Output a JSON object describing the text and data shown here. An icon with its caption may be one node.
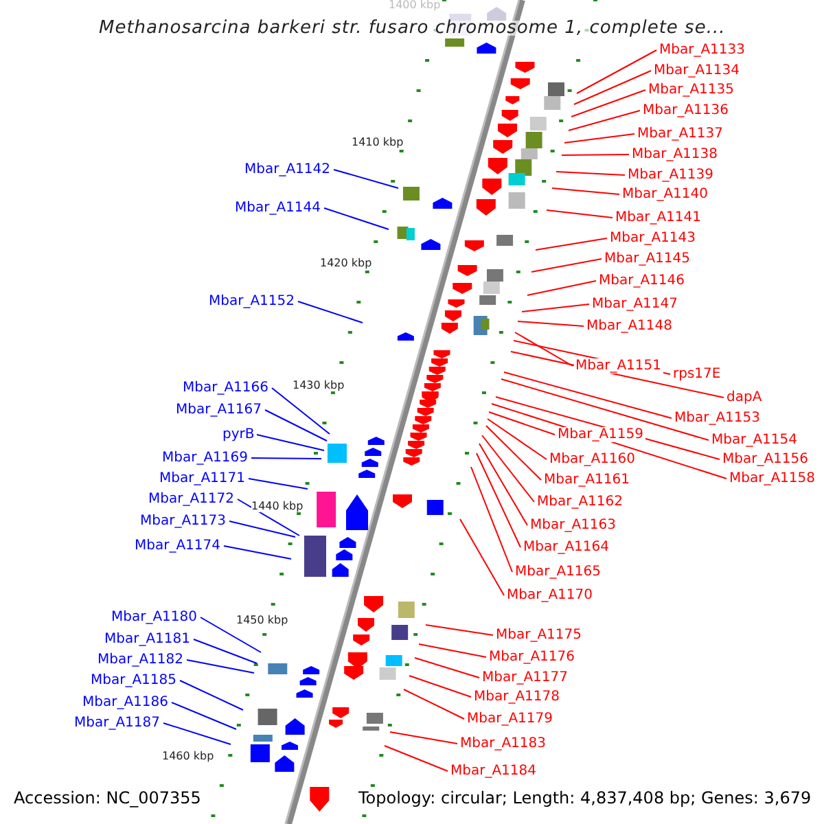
{
  "diagram": {
    "title": "Methanosarcina barkeri str. fusaro chromosome 1, complete se...",
    "nodes": [
      {
        "text": [
          "Mbar_A1133"
        ]
      },
      {
        "text": [
          "Mbar_A1134"
        ]
      },
      {
        "text": [
          "Mbar_A1135"
        ]
      },
      {
        "text": [
          "Mbar_A1136"
        ]
      },
      {
        "text": [
          "Mbar_A1137"
        ]
      },
      {
        "text": [
          "Mbar_A1138"
        ]
      },
      {
        "text": [
          "Mbar_A1142"
        ]
      },
      {
        "text": [
          "Mbar_A1139"
        ]
      },
      {
        "text": [
          "Mbar_A1140"
        ]
      },
      {
        "text": [
          "Mbar_A1144"
        ]
      },
      {
        "text": [
          "Mbar_A1141"
        ]
      },
      {
        "text": [
          "Mbar_A1143"
        ]
      },
      {
        "text": [
          "Mbar_A1145"
        ]
      },
      {
        "text": [
          "Mbar_A1146"
        ]
      },
      {
        "text": [
          "Mbar_A1152"
        ]
      },
      {
        "text": [
          "Mbar_A1147"
        ]
      },
      {
        "text": [
          "Mbar_A1148"
        ]
      },
      {
        "text": [
          "Mbar_A1151"
        ]
      },
      {
        "text": [
          "rps17E"
        ]
      },
      {
        "text": [
          "Mbar_A1166"
        ]
      },
      {
        "text": [
          "dapA"
        ]
      },
      {
        "text": [
          "Mbar_A1167"
        ]
      },
      {
        "text": [
          "Mbar_A1153"
        ]
      },
      {
        "text": [
          "pyrB"
        ]
      },
      {
        "text": [
          "Mbar_A1159"
        ]
      },
      {
        "text": [
          "Mbar_A1154"
        ]
      },
      {
        "text": [
          "Mbar_A1169"
        ]
      },
      {
        "text": [
          "Mbar_A1156"
        ]
      },
      {
        "text": [
          "Mbar_A1160"
        ]
      },
      {
        "text": [
          "Mbar_A1171"
        ]
      },
      {
        "text": [
          "Mbar_A1158"
        ]
      },
      {
        "text": [
          "Mbar_A1161"
        ]
      },
      {
        "text": [
          "Mbar_A1172"
        ]
      },
      {
        "text": [
          "Mbar_A1162"
        ]
      },
      {
        "text": [
          "Mbar_A1173"
        ]
      },
      {
        "text": [
          "Mbar_A1163"
        ]
      },
      {
        "text": [
          "Mbar_A1174"
        ]
      },
      {
        "text": [
          "Mbar_A1164"
        ]
      },
      {
        "text": [
          "Mbar_A1165"
        ]
      },
      {
        "text": [
          "Mbar_A1170"
        ]
      },
      {
        "text": [
          "Mbar_A1180"
        ]
      },
      {
        "text": [
          "Mbar_A1175"
        ]
      },
      {
        "text": [
          "Mbar_A1181"
        ]
      },
      {
        "text": [
          "Mbar_A1176"
        ]
      },
      {
        "text": [
          "Mbar_A1182"
        ]
      },
      {
        "text": [
          "Mbar_A1177"
        ]
      },
      {
        "text": [
          "Mbar_A1185"
        ]
      },
      {
        "text": [
          "Mbar_A1178"
        ]
      },
      {
        "text": [
          "Mbar_A1186"
        ]
      },
      {
        "text": [
          "Mbar_A1179"
        ]
      },
      {
        "text": [
          "Mbar_A1187"
        ]
      },
      {
        "text": [
          "Mbar_A1183"
        ]
      },
      {
        "text": [
          "Mbar_A1184"
        ]
      }
    ],
    "edges": [
      {
        "from": 0,
        "to": null,
        "arrow": "none"
      },
      {
        "from": 1,
        "to": null,
        "arrow": "none"
      },
      {
        "from": 2,
        "to": null,
        "arrow": "none"
      },
      {
        "from": 3,
        "to": null,
        "arrow": "none"
      },
      {
        "from": 4,
        "to": null,
        "arrow": "none"
      },
      {
        "from": 5,
        "to": null,
        "arrow": "none"
      },
      {
        "from": 6,
        "to": null,
        "arrow": "none",
        "color": "#0000ff"
      },
      {
        "from": 7,
        "to": null,
        "arrow": "none"
      },
      {
        "from": 8,
        "to": null,
        "arrow": "none"
      },
      {
        "from": 9,
        "to": null,
        "arrow": "none",
        "color": "#0000ff"
      },
      {
        "from": 10,
        "to": null,
        "arrow": "none"
      },
      {
        "from": 11,
        "to": null,
        "arrow": "none"
      },
      {
        "from": 12,
        "to": null,
        "arrow": "none"
      },
      {
        "from": 13,
        "to": null,
        "arrow": "none"
      },
      {
        "from": 14,
        "to": null,
        "arrow": "none",
        "color": "#0000ff"
      },
      {
        "from": 15,
        "to": null,
        "arrow": "none"
      },
      {
        "from": 16,
        "to": null,
        "arrow": "none"
      },
      {
        "from": 17,
        "to": null,
        "arrow": "none"
      },
      {
        "from": 18,
        "to": null,
        "arrow": "none"
      },
      {
        "from": 19,
        "to": null,
        "arrow": "none",
        "color": "#0000ff"
      },
      {
        "from": 20,
        "to": null,
        "arrow": "none"
      },
      {
        "from": 21,
        "to": null,
        "arrow": "none",
        "color": "#0000ff"
      },
      {
        "from": 22,
        "to": null,
        "arrow": "none"
      },
      {
        "from": 23,
        "to": null,
        "arrow": "none",
        "color": "#0000ff"
      },
      {
        "from": 24,
        "to": null,
        "arrow": "none"
      },
      {
        "from": 25,
        "to": null,
        "arrow": "none"
      },
      {
        "from": 26,
        "to": null,
        "arrow": "none",
        "color": "#0000ff"
      },
      {
        "from": 27,
        "to": null,
        "arrow": "none"
      },
      {
        "from": 28,
        "to": null,
        "arrow": "none"
      },
      {
        "from": 29,
        "to": null,
        "arrow": "none",
        "color": "#0000ff"
      },
      {
        "from": 30,
        "to": null,
        "arrow": "none"
      },
      {
        "from": 31,
        "to": null,
        "arrow": "none"
      },
      {
        "from": 32,
        "to": null,
        "arrow": "none",
        "color": "#0000ff"
      },
      {
        "from": 33,
        "to": null,
        "arrow": "none"
      },
      {
        "from": 34,
        "to": null,
        "arrow": "none",
        "color": "#0000ff"
      },
      {
        "from": 35,
        "to": null,
        "arrow": "none"
      },
      {
        "from": 36,
        "to": null,
        "arrow": "none",
        "color": "#0000ff"
      },
      {
        "from": 37,
        "to": null,
        "arrow": "none"
      },
      {
        "from": 38,
        "to": null,
        "arrow": "none"
      },
      {
        "from": 39,
        "to": null,
        "arrow": "none"
      },
      {
        "from": 40,
        "to": null,
        "arrow": "none",
        "color": "#0000ff"
      },
      {
        "from": 41,
        "to": null,
        "arrow": "none"
      },
      {
        "from": 42,
        "to": null,
        "arrow": "none",
        "color": "#0000ff"
      },
      {
        "from": 43,
        "to": null,
        "arrow": "none"
      },
      {
        "from": 44,
        "to": null,
        "arrow": "none",
        "color": "#0000ff"
      },
      {
        "from": 45,
        "to": null,
        "arrow": "none"
      },
      {
        "from": 46,
        "to": null,
        "arrow": "none",
        "color": "#0000ff"
      },
      {
        "from": 47,
        "to": null,
        "arrow": "none"
      },
      {
        "from": 48,
        "to": null,
        "arrow": "none",
        "color": "#0000ff"
      },
      {
        "from": 49,
        "to": null,
        "arrow": "none"
      },
      {
        "from": 50,
        "to": null,
        "arrow": "none",
        "color": "#0000ff"
      },
      {
        "from": 51,
        "to": null,
        "arrow": "none"
      },
      {
        "from": 52,
        "to": null,
        "arrow": "none"
      }
    ],
    "labels": [
      "1400 kbp",
      "1410 kbp",
      "1420 kbp",
      "1430 kbp",
      "1440 kbp",
      "1450 kbp",
      "1460 kbp",
      "Accession: NC_007355",
      "Topology: circular; Length: 4,837,408 bp; Genes: 3,679"
    ]
  }
}
